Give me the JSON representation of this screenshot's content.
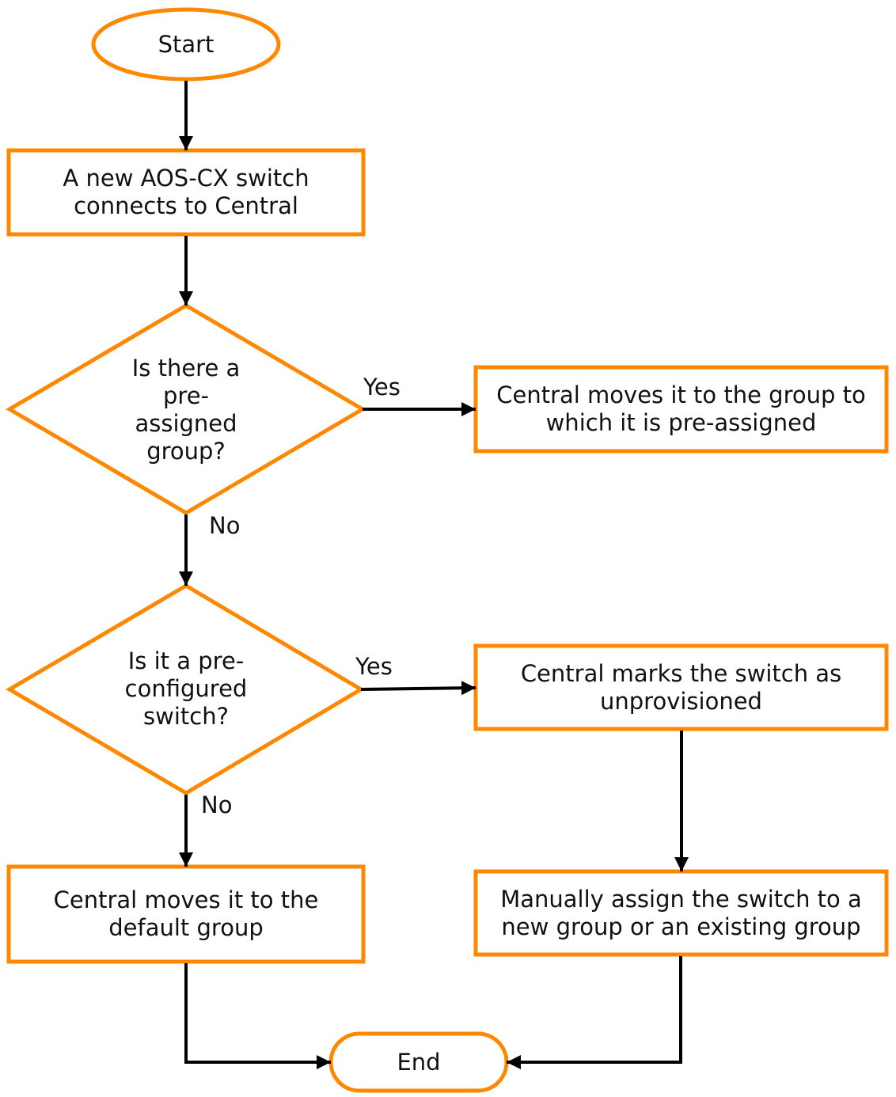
{
  "colors": {
    "shape_stroke": "#FF8800",
    "arrow": "#000000",
    "text": "#111111",
    "background": "#FFFFFF"
  },
  "nodes": {
    "start": {
      "label": "Start"
    },
    "connect": {
      "label": "A new AOS-CX switch connects to Central"
    },
    "decision_preassigned": {
      "label": "Is there a pre-assigned group?"
    },
    "move_preassigned": {
      "label": "Central moves it to the group to which it is pre-assigned"
    },
    "decision_preconfigured": {
      "label": "Is it a pre-configured switch?"
    },
    "mark_unprovisioned": {
      "label": "Central marks the switch as unprovisioned"
    },
    "move_default": {
      "label": "Central moves it to the default group"
    },
    "manual_assign": {
      "label": "Manually assign the switch to a new group or an existing group"
    },
    "end": {
      "label": "End"
    }
  },
  "edges": {
    "yes1": "Yes",
    "no1": "No",
    "yes2": "Yes",
    "no2": "No"
  }
}
